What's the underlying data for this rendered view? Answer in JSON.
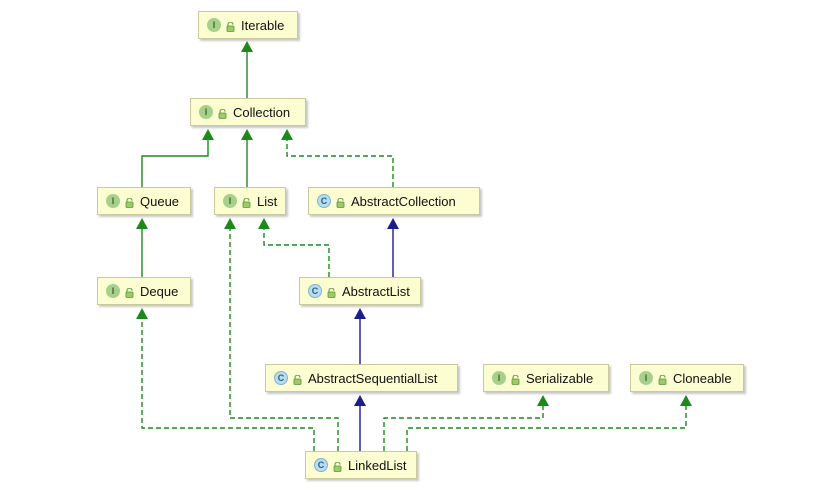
{
  "nodes": [
    {
      "id": "iterable",
      "label": "Iterable",
      "kind": "I"
    },
    {
      "id": "collection",
      "label": "Collection",
      "kind": "I"
    },
    {
      "id": "queue",
      "label": "Queue",
      "kind": "I"
    },
    {
      "id": "list",
      "label": "List",
      "kind": "I"
    },
    {
      "id": "abstract-collection",
      "label": "AbstractCollection",
      "kind": "C"
    },
    {
      "id": "deque",
      "label": "Deque",
      "kind": "I"
    },
    {
      "id": "abstract-list",
      "label": "AbstractList",
      "kind": "C"
    },
    {
      "id": "abstract-sequential-list",
      "label": "AbstractSequentialList",
      "kind": "C"
    },
    {
      "id": "serializable",
      "label": "Serializable",
      "kind": "I"
    },
    {
      "id": "cloneable",
      "label": "Cloneable",
      "kind": "I"
    },
    {
      "id": "linked-list",
      "label": "LinkedList",
      "kind": "C"
    }
  ],
  "edges": [
    {
      "from": "collection",
      "to": "iterable",
      "type": "extends-interface"
    },
    {
      "from": "queue",
      "to": "collection",
      "type": "extends-interface"
    },
    {
      "from": "list",
      "to": "collection",
      "type": "extends-interface"
    },
    {
      "from": "abstract-collection",
      "to": "collection",
      "type": "implements"
    },
    {
      "from": "deque",
      "to": "queue",
      "type": "extends-interface"
    },
    {
      "from": "abstract-list",
      "to": "list",
      "type": "implements"
    },
    {
      "from": "abstract-list",
      "to": "abstract-collection",
      "type": "extends-class"
    },
    {
      "from": "abstract-sequential-list",
      "to": "abstract-list",
      "type": "extends-class"
    },
    {
      "from": "linked-list",
      "to": "abstract-sequential-list",
      "type": "extends-class"
    },
    {
      "from": "linked-list",
      "to": "deque",
      "type": "implements"
    },
    {
      "from": "linked-list",
      "to": "list",
      "type": "implements"
    },
    {
      "from": "linked-list",
      "to": "serializable",
      "type": "implements"
    },
    {
      "from": "linked-list",
      "to": "cloneable",
      "type": "implements"
    }
  ],
  "colors": {
    "interface_edge": "#1b8a1b",
    "class_edge": "#1c1c8c",
    "node_fill": "#fdfdd2",
    "node_border": "#c9c99a",
    "interface_badge": "#a8d08d",
    "class_badge": "#b9dcef"
  }
}
